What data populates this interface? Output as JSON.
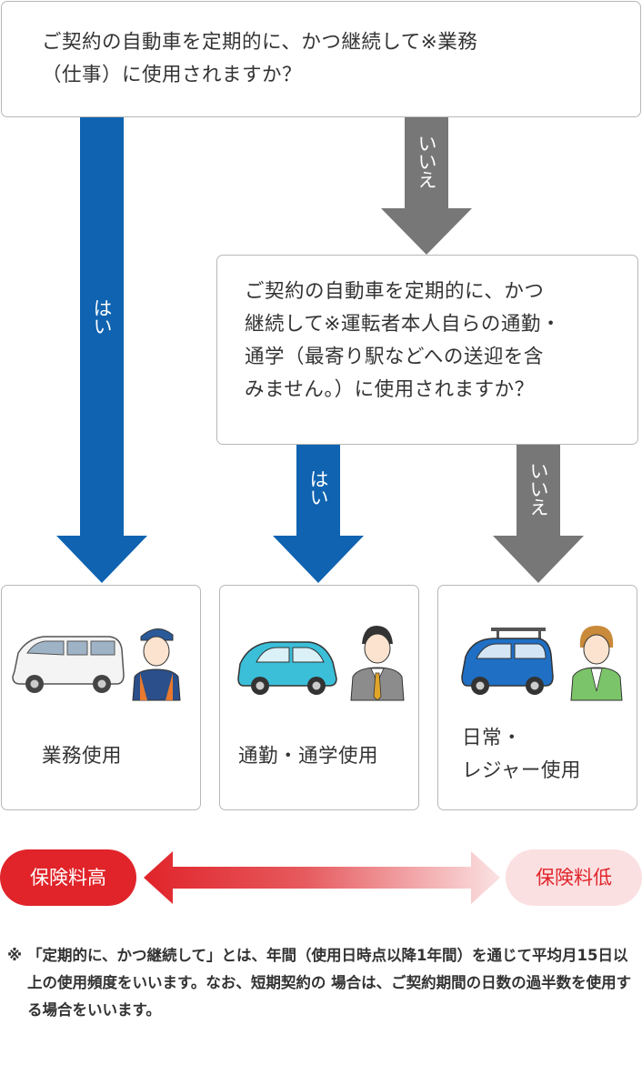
{
  "question1": "ご契約の自動車を定期的に、かつ継続して※業務\n（仕事）に使用されますか？",
  "question2": "ご契約の自動車を定期的に、かつ\n継続して※運転者本人自らの通勤・\n通学（最寄り駅などへの送迎を含\nみません。）に使用されますか？",
  "answers": {
    "yes": "はい",
    "no": "いいえ"
  },
  "categories": [
    {
      "label": "業務使用"
    },
    {
      "label": "通勤・通学使用"
    },
    {
      "label": "日常・\nレジャー使用"
    }
  ],
  "scale": {
    "high": "保険料高",
    "low": "保険料低"
  },
  "note": {
    "mark": "※",
    "text": "「定期的に、かつ継続して」とは、年間（使用日時点以降1年間）を通じて平均月15日以上の使用頻度をいいます。なお、短期契約の 場合は、ご契約期間の日数の過半数を使用する場合をいいます。"
  },
  "colors": {
    "yes_arrow": "#0f63b0",
    "no_arrow": "#777777",
    "high_pill": "#e0242a",
    "low_pill": "#fbe0e1",
    "low_text": "#e0242a"
  }
}
